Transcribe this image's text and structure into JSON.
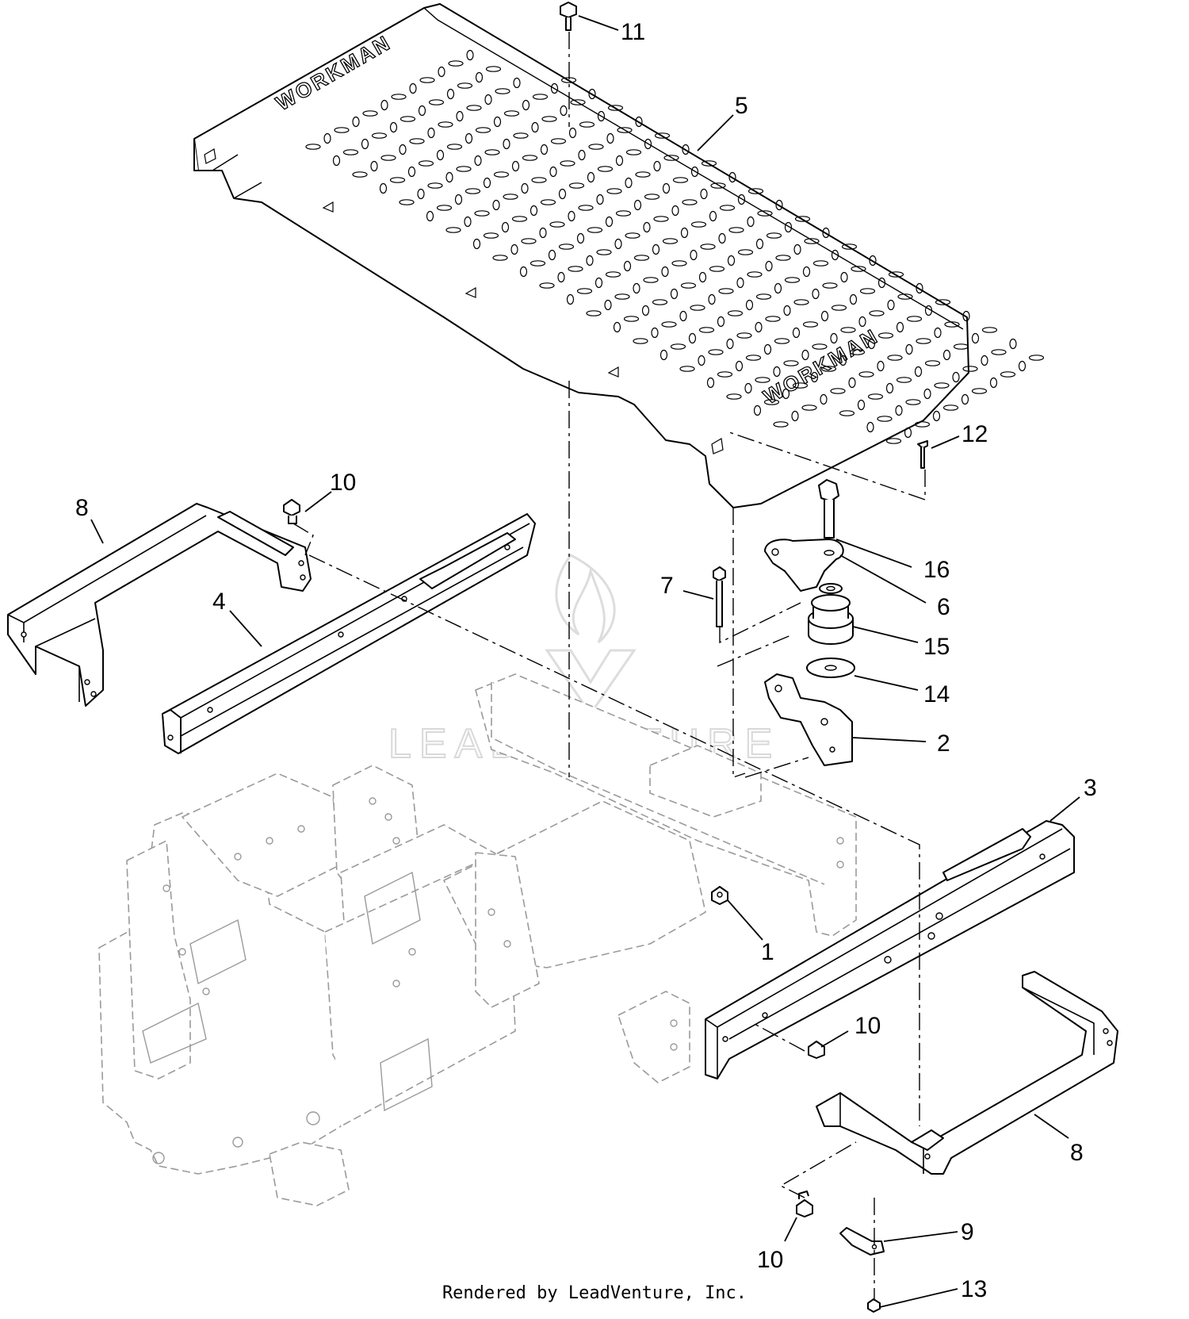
{
  "diagram": {
    "callouts": [
      {
        "id": "c11",
        "label": "11"
      },
      {
        "id": "c5",
        "label": "5"
      },
      {
        "id": "c12",
        "label": "12"
      },
      {
        "id": "c10a",
        "label": "10"
      },
      {
        "id": "c8a",
        "label": "8"
      },
      {
        "id": "c16",
        "label": "16"
      },
      {
        "id": "c7",
        "label": "7"
      },
      {
        "id": "c6",
        "label": "6"
      },
      {
        "id": "c4",
        "label": "4"
      },
      {
        "id": "c15",
        "label": "15"
      },
      {
        "id": "c14",
        "label": "14"
      },
      {
        "id": "c2",
        "label": "2"
      },
      {
        "id": "c3",
        "label": "3"
      },
      {
        "id": "c1",
        "label": "1"
      },
      {
        "id": "c10b",
        "label": "10"
      },
      {
        "id": "c8b",
        "label": "8"
      },
      {
        "id": "c9",
        "label": "9"
      },
      {
        "id": "c10c",
        "label": "10"
      },
      {
        "id": "c13",
        "label": "13"
      }
    ],
    "deck_brand": "WORKMAN",
    "watermark": "LEADVENTURE"
  },
  "footer": {
    "credit": "Rendered by LeadVenture, Inc."
  }
}
